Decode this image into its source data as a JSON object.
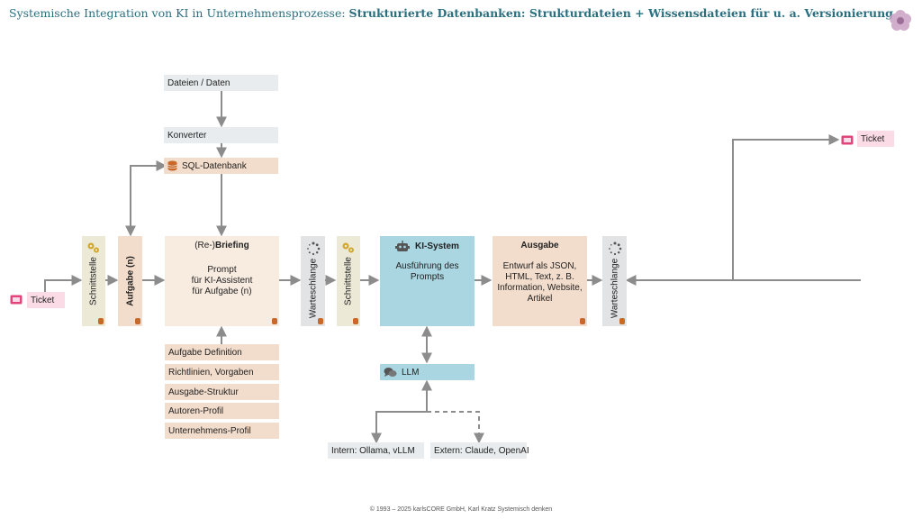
{
  "title": {
    "prefix": "Systemische Integration von KI in Unternehmensprozesse: ",
    "emphasis": "Strukturierte Datenbanken: Strukturdateien + Wissensdateien für u. a. Versionierung"
  },
  "nodes": {
    "dateien": "Dateien / Daten",
    "konverter": "Konverter",
    "sql": "SQL-Datenbank",
    "ticket_in": "Ticket",
    "ticket_out": "Ticket",
    "schnittstelle1": "Schnittstelle",
    "aufgabe": "Aufgabe (n)",
    "briefing": {
      "title_prefix": "(Re-)",
      "title_bold": "Briefing",
      "line1": "Prompt",
      "line2": "für KI-Assistent",
      "line3": "für Aufgabe (n)"
    },
    "warteschlange1": "Warteschlange",
    "schnittstelle2": "Schnittstelle",
    "ki_system": {
      "title": "KI-System",
      "line1": "Ausführung des",
      "line2": "Prompts"
    },
    "ausgabe": {
      "title": "Ausgabe",
      "line1": "Entwurf als JSON,",
      "line2": "HTML, Text, z. B.",
      "line3": "Information, Website,",
      "line4": "Artikel"
    },
    "warteschlange2": "Warteschlange",
    "llm": "LLM",
    "intern": "Intern: Ollama, vLLM",
    "extern": "Extern: Claude, OpenAI",
    "inputs": [
      "Aufgabe Definition",
      "Richtlinien, Vorgaben",
      "Ausgabe-Struktur",
      "Autoren-Profil",
      "Unternehmens-Profil"
    ]
  },
  "footer": "© 1993 – 2025 karlsCORE GmbH, Karl Kratz Systemisch denken",
  "colors": {
    "title": "#2a6f80",
    "arrow": "#8c8c8c",
    "tan": "#f2dccb",
    "gray": "#e8ecee",
    "blue": "#a9d6e1",
    "pink": "#fbdbe5",
    "db_icon": "#c8692a",
    "gear_icon": "#d4a72c",
    "ticket_icon": "#e0457b"
  }
}
